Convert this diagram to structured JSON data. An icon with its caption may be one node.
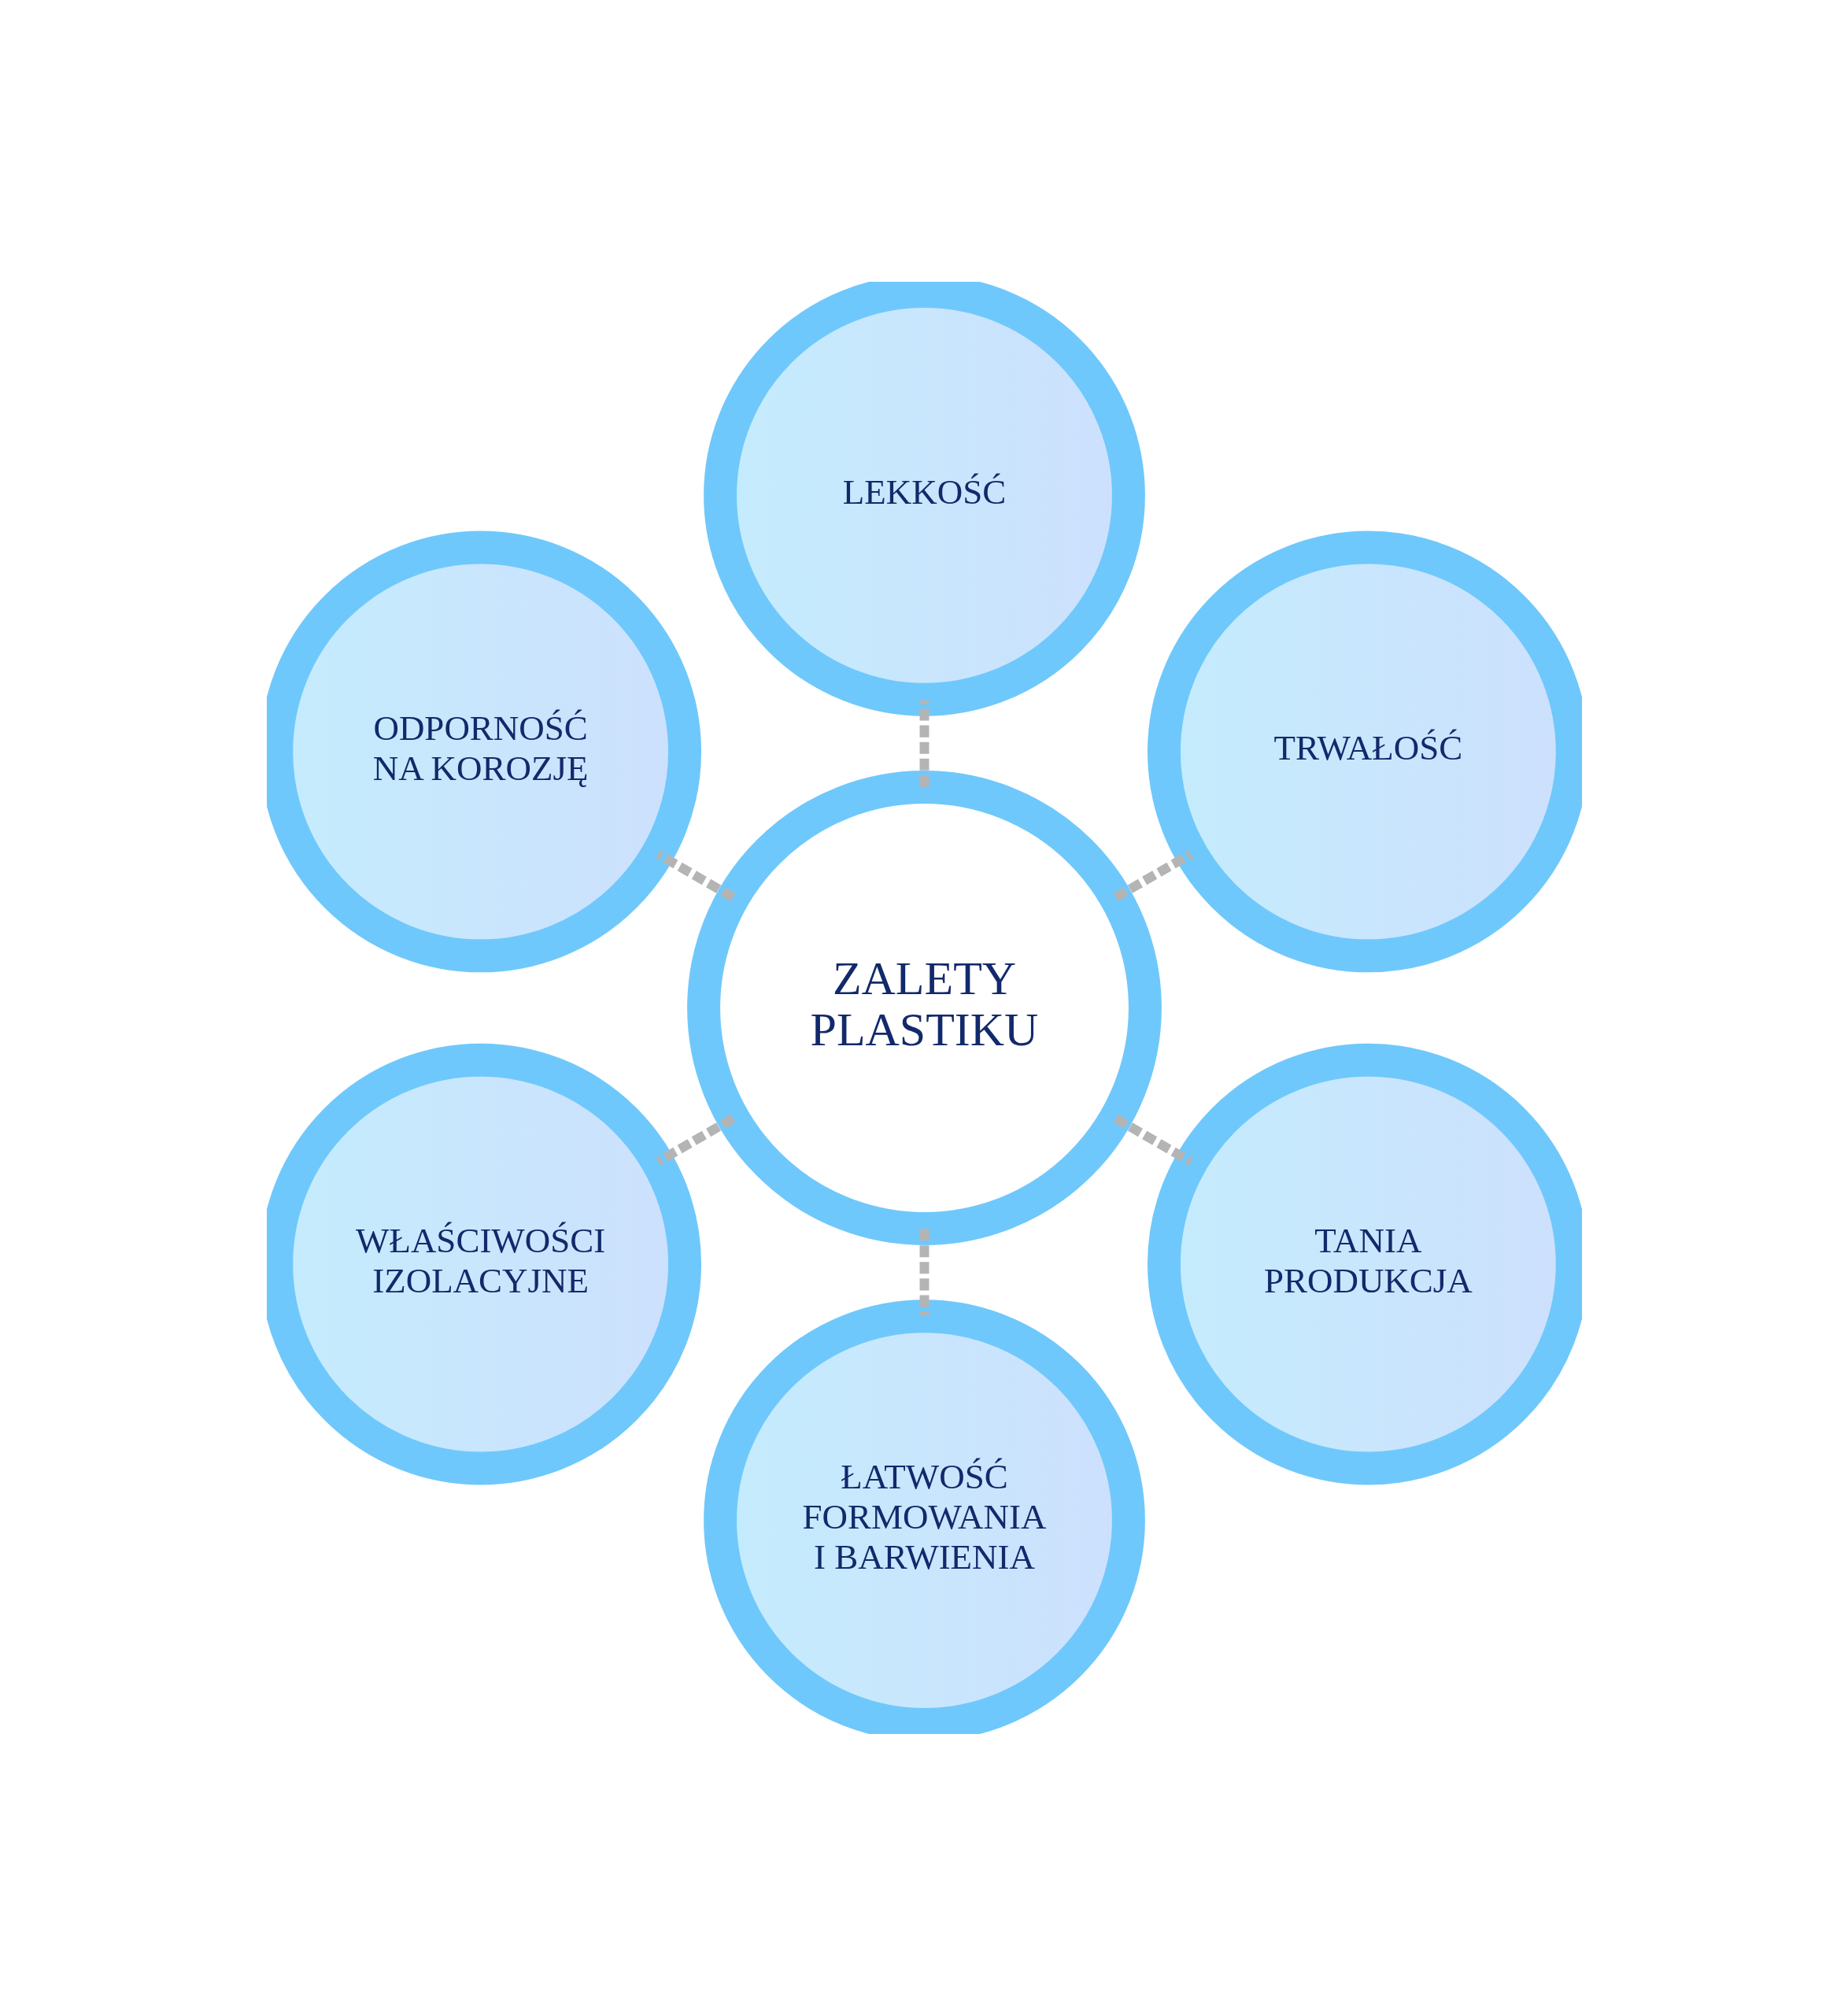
{
  "diagram": {
    "nodes": [
      {
        "text": [
          "TRWAŁOŚĆ"
        ]
      },
      {
        "text": [
          "LEKKOŚĆ"
        ]
      },
      {
        "text": [
          "ODPORNOŚĆ NA KOROZJĘ"
        ]
      },
      {
        "text": [
          "ZALETY PLASTIKU"
        ]
      },
      {
        "text": [
          "WŁAŚCIWOŚCI IZOLACYJNE"
        ]
      },
      {
        "text": [
          "ŁATWOŚĆ FORMOWANIA I BARWIENIA"
        ]
      },
      {
        "text": [
          "TANIA PRODUKCJA"
        ]
      }
    ],
    "edges": [
      {
        "from": 3,
        "to": 0,
        "arrow": "none",
        "style": "dashed"
      },
      {
        "from": 3,
        "to": 1,
        "arrow": "none",
        "style": "dashed"
      },
      {
        "from": 3,
        "to": 2,
        "arrow": "none",
        "style": "dashed"
      },
      {
        "from": 3,
        "to": 4,
        "arrow": "none",
        "style": "dashed"
      },
      {
        "from": 3,
        "to": 5,
        "arrow": "none",
        "style": "dashed"
      },
      {
        "from": 3,
        "to": 6,
        "arrow": "none",
        "style": "dashed"
      }
    ]
  }
}
